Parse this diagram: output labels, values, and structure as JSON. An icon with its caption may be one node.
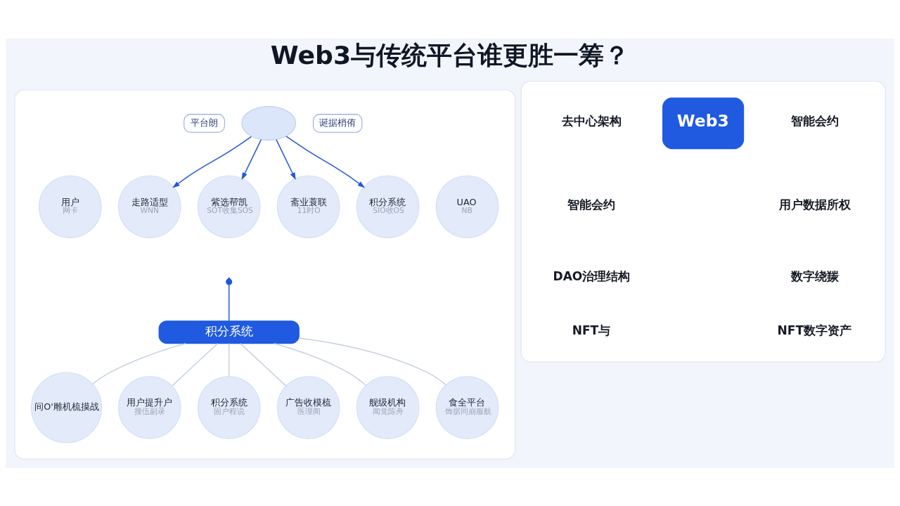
{
  "diagram": {
    "title": "Web3与传统平台谁更胜一筹？",
    "nodes": [
      {
        "text": [],
        "shape": "box"
      },
      {
        "text": [],
        "shape": "cloud",
        "in": 0
      },
      {
        "text": [
          "平台朗"
        ],
        "in": 0
      },
      {
        "text": [
          "诞据梢侑"
        ],
        "in": 0
      },
      {
        "text": [
          "用户",
          "网卡"
        ],
        "in": 0
      },
      {
        "text": [
          "走路适型",
          "WNN"
        ],
        "in": 0
      },
      {
        "text": [
          "紫选帮凯",
          "SOT收集SOS"
        ],
        "in": 0
      },
      {
        "text": [
          "斋业蓑联",
          "11时O"
        ],
        "in": 0
      },
      {
        "text": [
          "积分系统",
          "SIO收OS"
        ],
        "in": 0
      },
      {
        "text": [
          "UAO",
          "NB"
        ],
        "in": 0
      },
      {
        "text": [
          "积分系统"
        ],
        "in": 0
      },
      {
        "text": [
          "间O'雕机梳摸战"
        ],
        "in": 0
      },
      {
        "text": [
          "用户提升户",
          "搜伍副录"
        ],
        "in": 0
      },
      {
        "text": [
          "积分系统",
          "固户程说"
        ],
        "in": 0
      },
      {
        "text": [
          "广告收模梳",
          "医理阁"
        ],
        "in": 0
      },
      {
        "text": [
          "舰级机构",
          "闻觉陈舟"
        ],
        "in": 0
      },
      {
        "text": [
          "食全平台",
          "饰据同崩服航"
        ],
        "in": 0
      },
      {
        "text": [],
        "shape": "box"
      },
      {
        "text": [
          "Web3"
        ],
        "in": 17
      }
    ],
    "edges": [
      {
        "from": 1,
        "to": 5,
        "arrow": "to",
        "color": "#2457d6"
      },
      {
        "from": 1,
        "to": 6,
        "arrow": "to",
        "color": "#2457d6"
      },
      {
        "from": 1,
        "to": 7,
        "arrow": "to",
        "color": "#2457d6"
      },
      {
        "from": 1,
        "to": 8,
        "arrow": "to",
        "color": "#2457d6"
      },
      {
        "from": null,
        "to": 10,
        "arrow": "other",
        "color": "#2457d6"
      },
      {
        "from": 10,
        "to": 11,
        "arrow": "none"
      },
      {
        "from": 10,
        "to": 12,
        "arrow": "none"
      },
      {
        "from": 10,
        "to": 13,
        "arrow": "none"
      },
      {
        "from": 10,
        "to": 14,
        "arrow": "none"
      },
      {
        "from": 10,
        "to": 15,
        "arrow": "none"
      },
      {
        "from": 10,
        "to": 16,
        "arrow": "none"
      }
    ],
    "labels": [
      "去中心架构",
      "智能会约",
      "智能会约",
      "用户数据所权",
      "DAO治理结构",
      "数字绕羰",
      "NFT与",
      "NFT数字资产"
    ]
  }
}
